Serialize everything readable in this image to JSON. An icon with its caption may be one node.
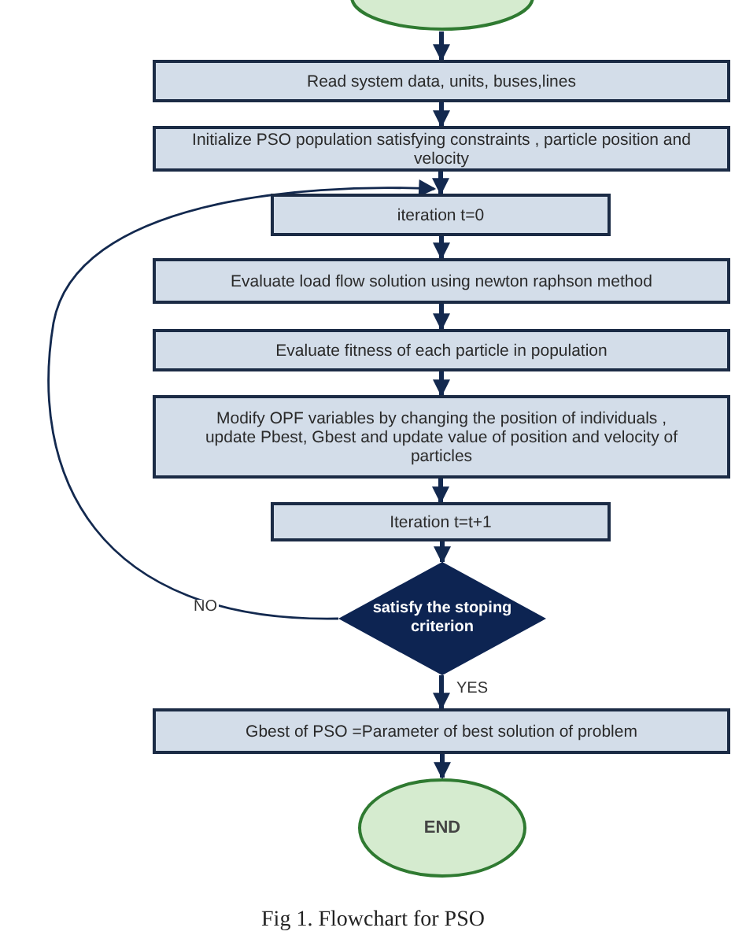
{
  "diagram": {
    "caption": "Fig 1. Flowchart for PSO",
    "nodes": [
      {
        "text": [],
        "shape": "circle"
      },
      {
        "text": [
          "Read system data, units, buses,lines"
        ]
      },
      {
        "text": [
          "Initialize PSO population satisfying constraints , particle position and velocity"
        ]
      },
      {
        "text": [
          "iteration t=0"
        ]
      },
      {
        "text": [
          "Evaluate load flow solution using newton raphson method"
        ]
      },
      {
        "text": [
          "Evaluate fitness of each particle in population"
        ]
      },
      {
        "text": [
          "Modify OPF variables by changing the position of individuals , update Pbest, Gbest and update value of position and velocity of particles"
        ]
      },
      {
        "text": [
          "Iteration t=t+1"
        ]
      },
      {
        "text": [
          "satisfy the stoping criterion"
        ]
      },
      {
        "text": [
          "Gbest of PSO =Parameter of best solution of problem"
        ]
      },
      {
        "text": [
          "END"
        ]
      }
    ],
    "edges": [
      {
        "from": 0,
        "to": 1,
        "arrow": "to"
      },
      {
        "from": 1,
        "to": 2,
        "arrow": "to"
      },
      {
        "from": 2,
        "to": 3,
        "arrow": "to"
      },
      {
        "from": 3,
        "to": 4,
        "arrow": "to"
      },
      {
        "from": 4,
        "to": 5,
        "arrow": "to"
      },
      {
        "from": 5,
        "to": 6,
        "arrow": "to"
      },
      {
        "from": 6,
        "to": 7,
        "arrow": "to"
      },
      {
        "from": 7,
        "to": 8,
        "arrow": "to"
      },
      {
        "from": 8,
        "to": 9,
        "arrow": "to",
        "label": "YES"
      },
      {
        "from": 9,
        "to": 10,
        "arrow": "to"
      },
      {
        "from": 8,
        "to": 3,
        "arrow": "to",
        "label": "NO"
      }
    ]
  }
}
